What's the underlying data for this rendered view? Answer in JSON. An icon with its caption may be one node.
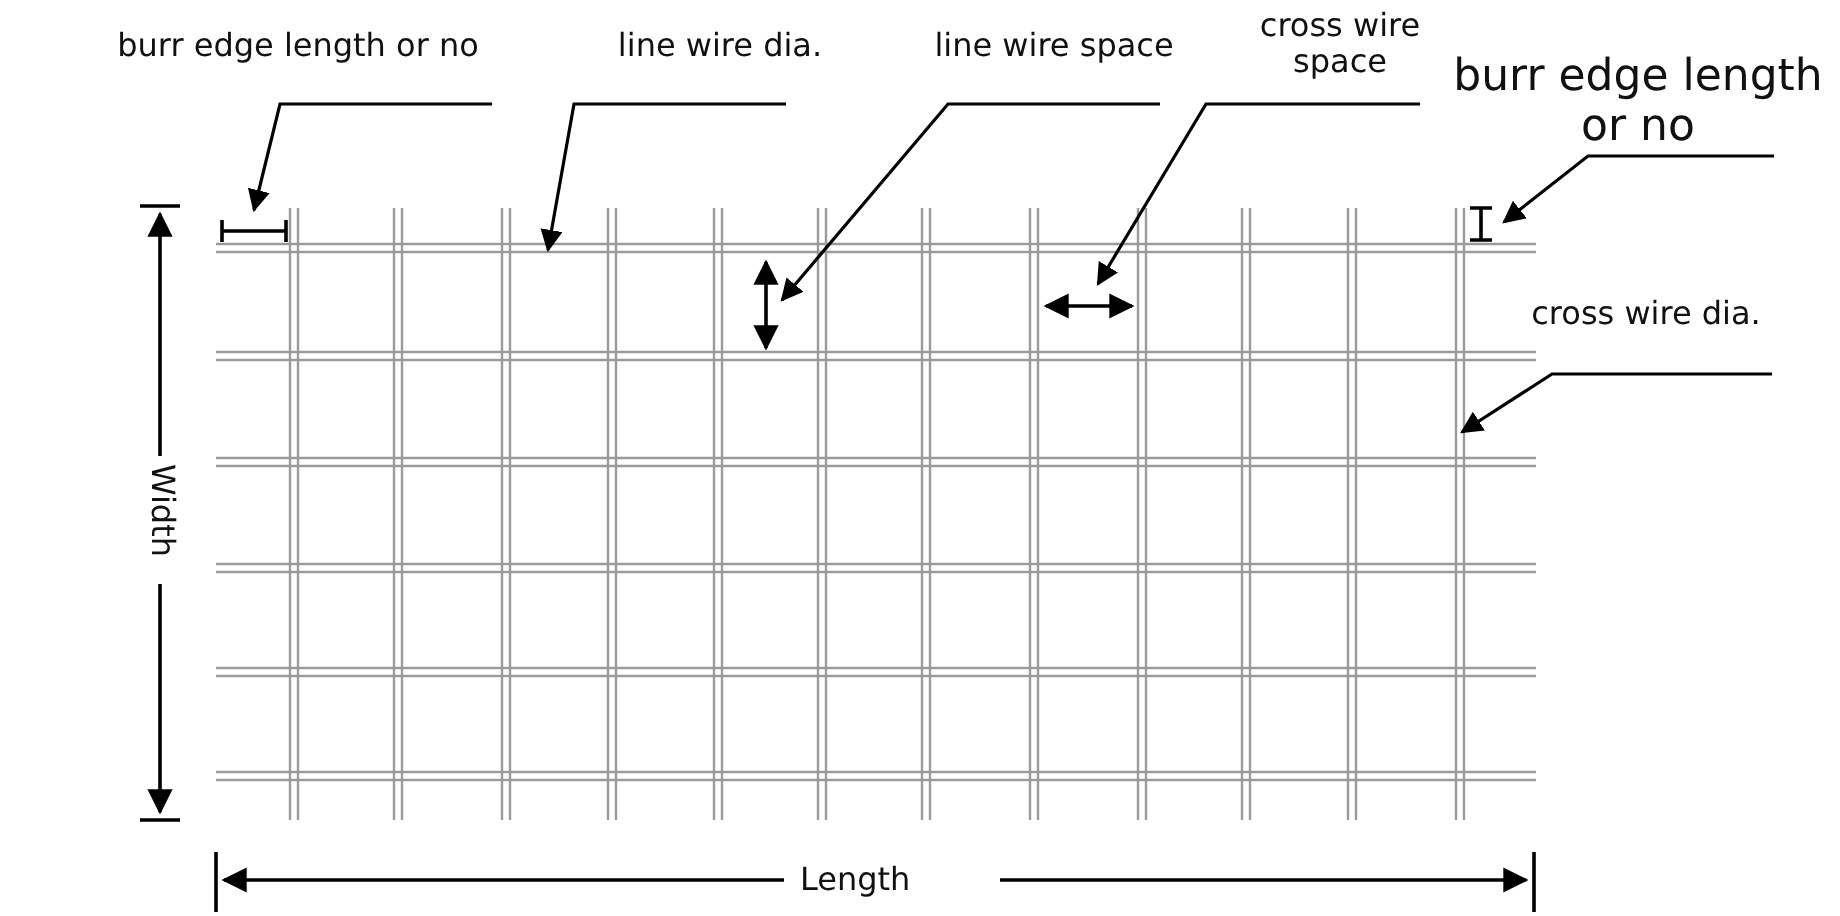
{
  "diagram": {
    "nodes": [
      {
        "text": [
          "burr edge length or no"
        ]
      },
      {
        "text": [
          "line wire dia."
        ]
      },
      {
        "text": [
          "line wire space"
        ]
      },
      {
        "text": [
          "cross wire space"
        ]
      },
      {
        "text": [
          "burr edge length or no"
        ]
      },
      {
        "text": [
          "cross wire dia."
        ]
      }
    ],
    "edges": [
      {
        "from": 0,
        "to": null,
        "arrow": "to"
      },
      {
        "from": 1,
        "to": null,
        "arrow": "to"
      },
      {
        "from": 2,
        "to": null,
        "arrow": "to"
      },
      {
        "from": 3,
        "to": null,
        "arrow": "to"
      },
      {
        "from": 4,
        "to": null,
        "arrow": "to"
      },
      {
        "from": 5,
        "to": null,
        "arrow": "to"
      }
    ],
    "labels": [
      "Width",
      "Length"
    ]
  }
}
